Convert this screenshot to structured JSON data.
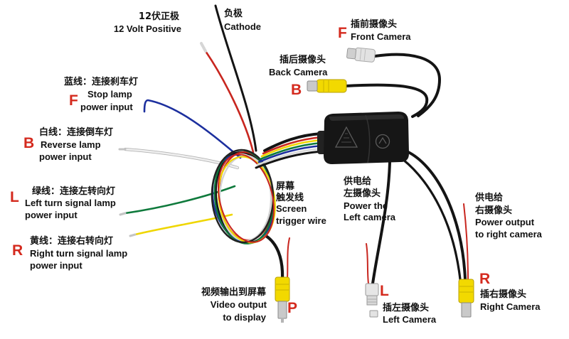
{
  "colors": {
    "background": "#ffffff",
    "text": "#111111",
    "marker_red": "#d42a1e",
    "wire_red": "#c8261f",
    "wire_black": "#141414",
    "wire_blue": "#1c2f9e",
    "wire_white": "#efefef",
    "wire_green": "#0f7a3c",
    "wire_yellow": "#efd600",
    "module_body": "#161616",
    "rca_yellow": "#f2d900",
    "rca_metal": "#c9c9c9",
    "connector_white": "#e6e6e6"
  },
  "labels": {
    "positive_12v": {
      "zh": "12伏正极",
      "en": "12 Volt Positive"
    },
    "cathode": {
      "zh": "负极",
      "en": "Cathode"
    },
    "front_camera": {
      "letter": "F",
      "zh": "插前摄像头",
      "en": "Front Camera"
    },
    "back_camera": {
      "letter": "B",
      "zh": "插后摄像头",
      "en": "Back Camera"
    },
    "stop_lamp": {
      "letter": "F",
      "zh": "蓝线：连接刹车灯",
      "en_line1": "Stop lamp",
      "en_line2": "power input"
    },
    "reverse_lamp": {
      "letter": "B",
      "zh": "白线：连接倒车灯",
      "en_line1": "Reverse lamp",
      "en_line2": "power input"
    },
    "left_turn": {
      "letter": "L",
      "zh": "绿线：连接左转向灯",
      "en_line1": "Left turn signal lamp",
      "en_line2": "power input"
    },
    "right_turn": {
      "letter": "R",
      "zh": "黄线：连接右转向灯",
      "en_line1": "Right turn signal lamp",
      "en_line2": "power input"
    },
    "screen_trigger": {
      "zh_line1": "屏幕",
      "zh_line2": "触发线",
      "en_line1": "Screen",
      "en_line2": "trigger wire"
    },
    "power_left_camera": {
      "zh_line1": "供电给",
      "zh_line2": "左摄像头",
      "en_line1": "Power the",
      "en_line2": "Left camera"
    },
    "power_right_camera": {
      "zh_line1": "供电给",
      "zh_line2": "右摄像头",
      "en_line1": "Power output",
      "en_line2": "to right camera"
    },
    "video_output": {
      "letter": "P",
      "zh": "视频输出到屏幕",
      "en_line1": "Video output",
      "en_line2": "to display"
    },
    "left_camera": {
      "letter": "L",
      "zh": "插左摄像头",
      "en": "Left Camera"
    },
    "right_camera": {
      "letter": "R",
      "zh": "插右摄像头",
      "en": "Right Camera"
    }
  }
}
